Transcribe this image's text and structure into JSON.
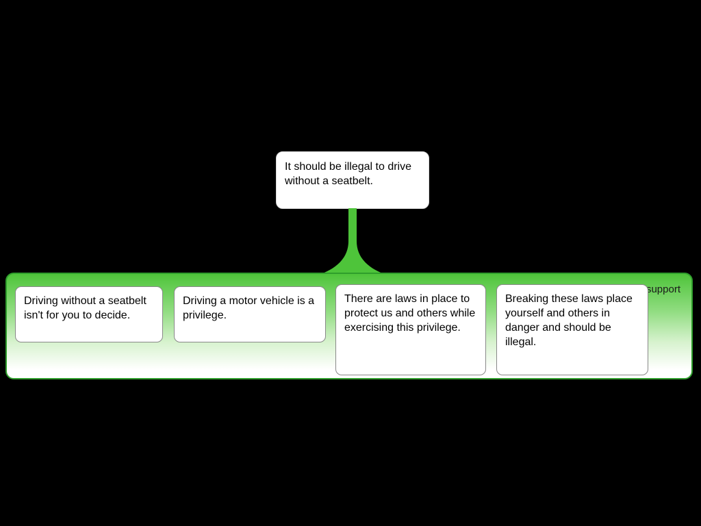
{
  "claim": {
    "text": "It should be illegal to drive without a seatbelt."
  },
  "support_group": {
    "label": "support",
    "premises": [
      {
        "text": "Driving without a seatbelt isn't for you to decide."
      },
      {
        "text": "Driving a motor vehicle is a privilege."
      },
      {
        "text": "There are laws in place to protect us and others while exercising this privilege."
      },
      {
        "text": "Breaking these laws place yourself and others in danger and should be illegal."
      }
    ]
  },
  "colors": {
    "background": "#000000",
    "support_green": "#4ec43a",
    "support_border_green": "#2f9e2c",
    "node_background": "#ffffff"
  }
}
